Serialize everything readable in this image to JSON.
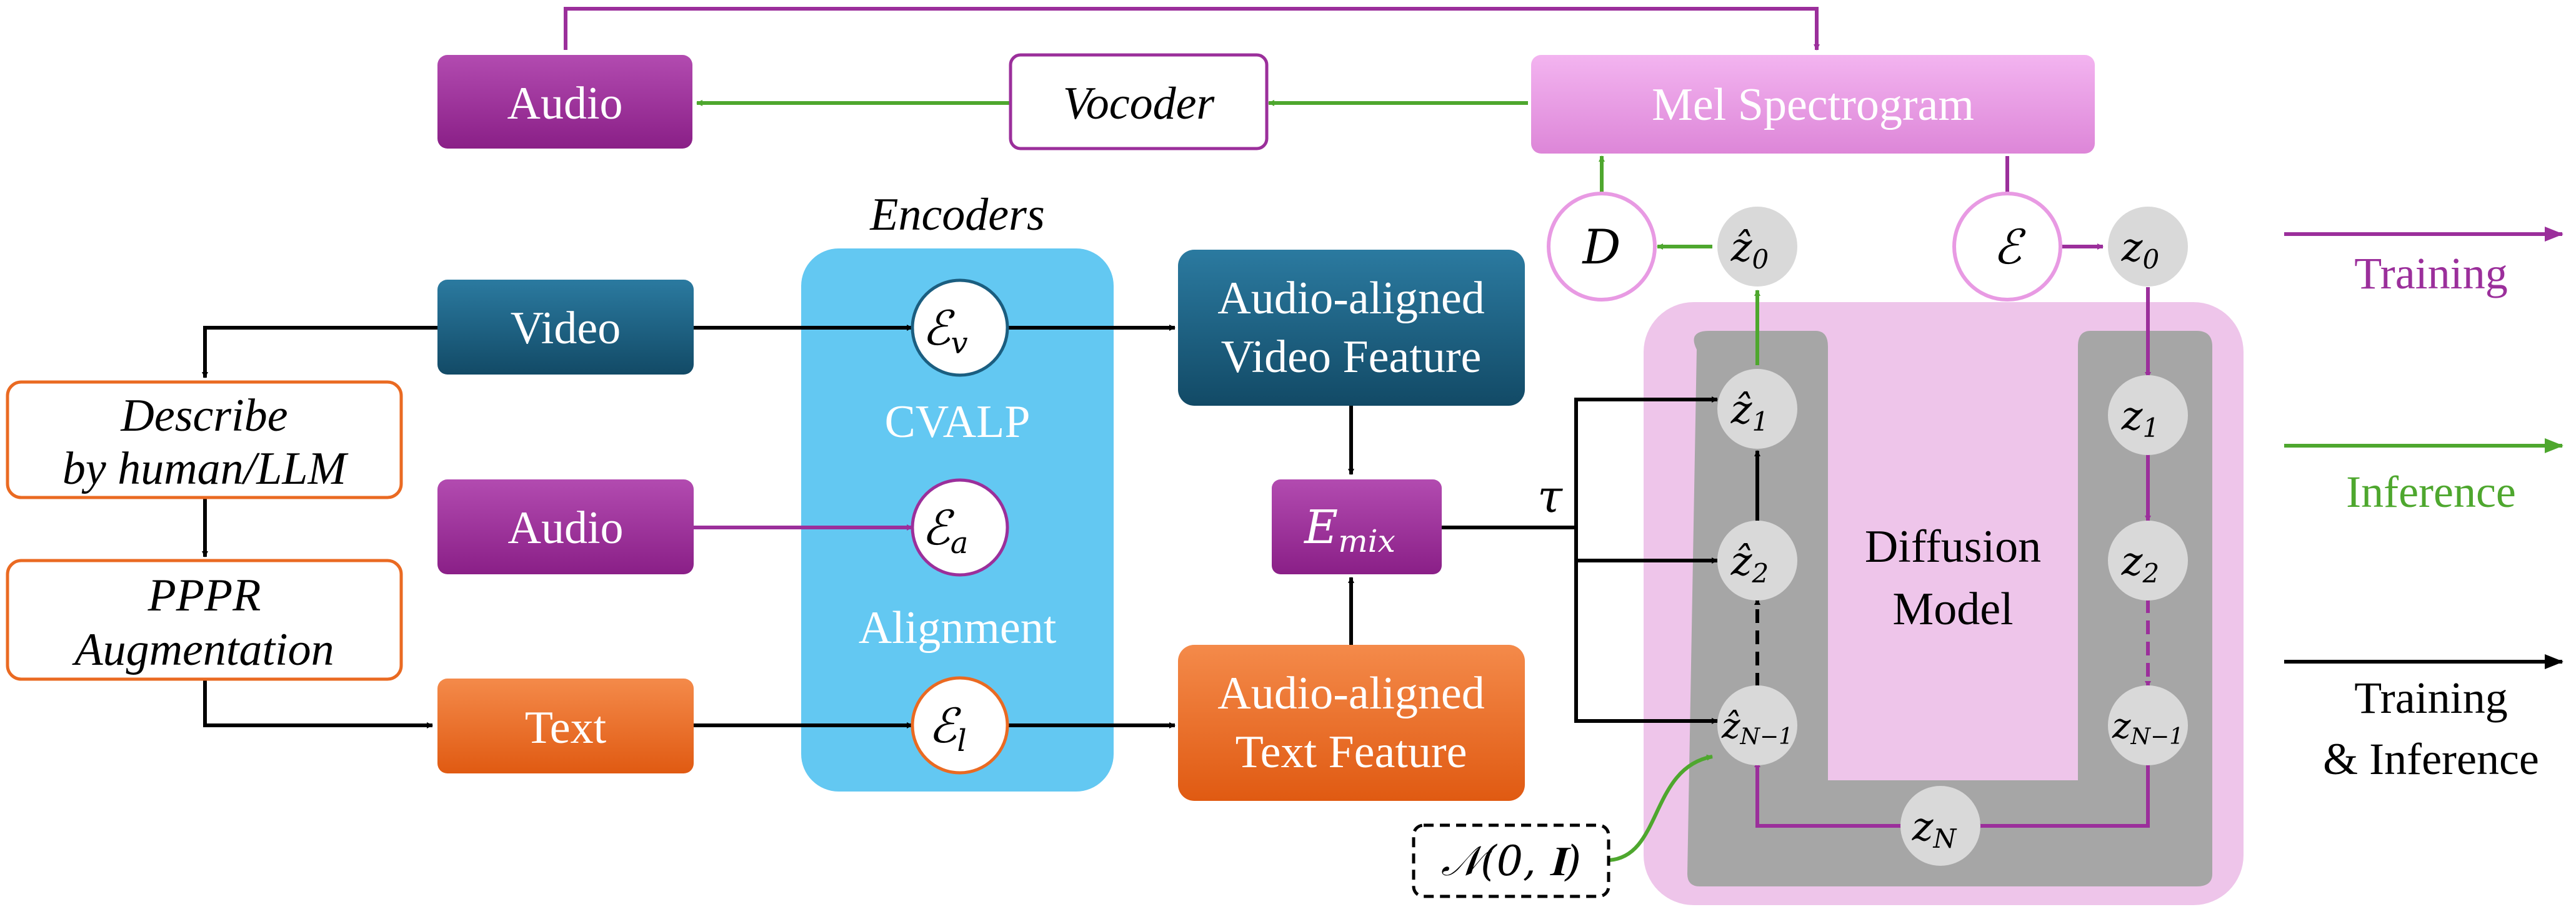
{
  "colors": {
    "purple": "#9b2f9b",
    "green": "#4ea72e",
    "black": "#000000",
    "orange": "#ea6a22",
    "teal": "#1b5e80",
    "cyan": "#63c8f2",
    "pink_region": "#eec5ea",
    "gray_region": "#a6a6a6",
    "node_gray": "#d9d9d9"
  },
  "nodes": {
    "audio_out": "Audio",
    "vocoder": "Vocoder",
    "mel": "Mel Spectrogram",
    "video": "Video",
    "audio_in": "Audio",
    "text": "Text",
    "describe_line1": "Describe",
    "describe_line2": "by human/LLM",
    "pppr_line1": "PPPR",
    "pppr_line2": "Augmentation",
    "encoders_title": "Encoders",
    "cvalp": "CVALP",
    "alignment": "Alignment",
    "video_feat_line1": "Audio-aligned",
    "video_feat_line2": "Video Feature",
    "text_feat_line1": "Audio-aligned",
    "text_feat_line2": "Text Feature",
    "emix": "E",
    "emix_sub": "mix",
    "tau": "τ",
    "diffusion_line1": "Diffusion",
    "diffusion_line2": "Model",
    "decoder": "D",
    "encoder": "ℰ",
    "enc_v": "ℰ",
    "enc_v_sub": "v",
    "enc_a": "ℰ",
    "enc_a_sub": "a",
    "enc_l": "ℰ",
    "enc_l_sub": "l",
    "noise": "𝒩(0, 𝐈)"
  },
  "latents": {
    "zhat_0": {
      "base": "ẑ",
      "sub": "0"
    },
    "zhat_1": {
      "base": "ẑ",
      "sub": "1"
    },
    "zhat_2": {
      "base": "ẑ",
      "sub": "2"
    },
    "zhat_n1": {
      "base": "ẑ",
      "sub": "N−1"
    },
    "z_0": {
      "base": "z",
      "sub": "0"
    },
    "z_1": {
      "base": "z",
      "sub": "1"
    },
    "z_2": {
      "base": "z",
      "sub": "2"
    },
    "z_n1": {
      "base": "z",
      "sub": "N−1"
    },
    "z_n": {
      "base": "z",
      "sub": "N"
    }
  },
  "legend": {
    "training": "Training",
    "inference": "Inference",
    "both_line1": "Training",
    "both_line2": "& Inference"
  }
}
